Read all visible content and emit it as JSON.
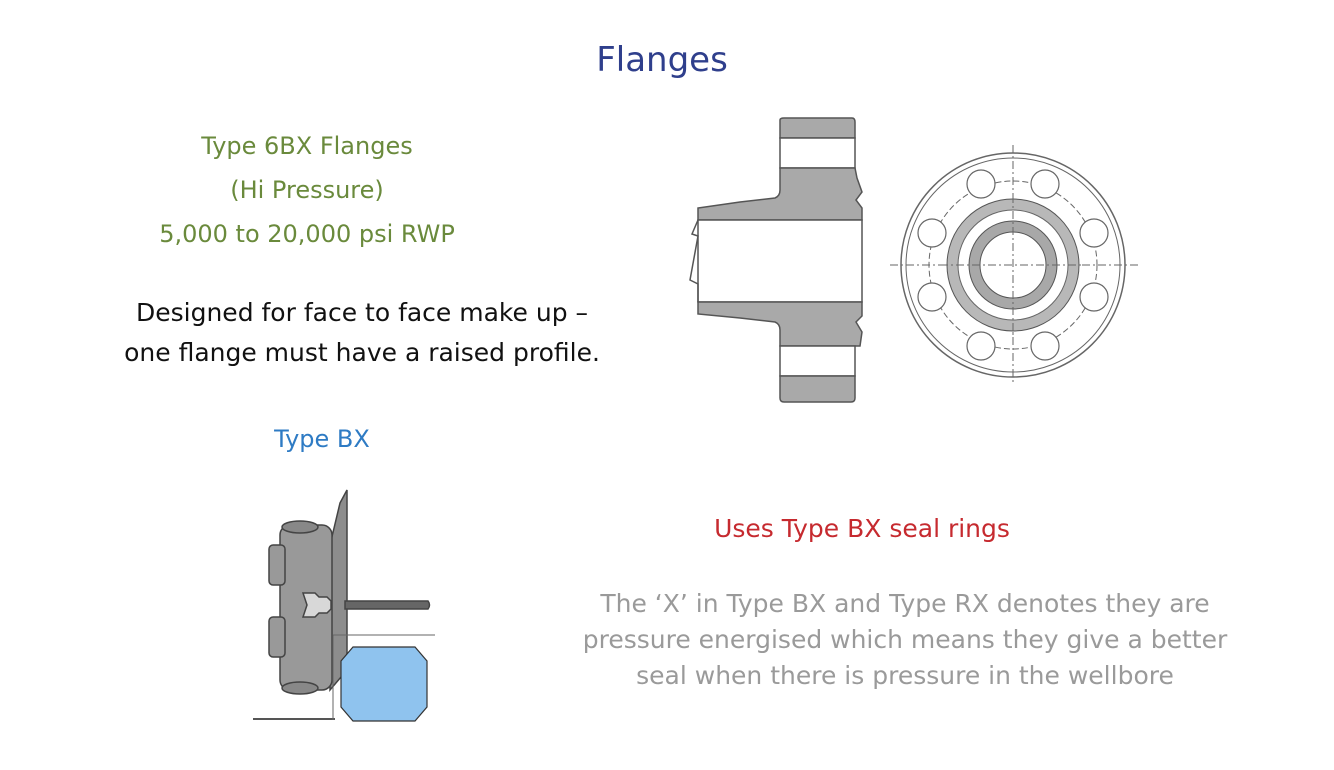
{
  "title": "Flanges",
  "flange_type": {
    "lines": [
      "Type 6BX Flanges",
      "(Hi Pressure)",
      "5,000 to 20,000 psi RWP"
    ]
  },
  "design_note": {
    "lines": [
      "Designed for face to face make up –",
      "one flange must have a raised profile."
    ]
  },
  "bx_label": "Type BX",
  "seal_ring_note": "Uses Type BX seal rings",
  "explanation": {
    "lines": [
      "The ‘X’ in Type BX and Type RX denotes they are",
      "pressure energised which means they give a better",
      "seal when there is pressure in the wellbore"
    ]
  },
  "colors": {
    "title": "#2F3F8C",
    "green": "#6A8A3C",
    "blue": "#2E7BC4",
    "red": "#C62A2F",
    "gray": "#9a9a9a",
    "ring": "#8FC3EE"
  }
}
